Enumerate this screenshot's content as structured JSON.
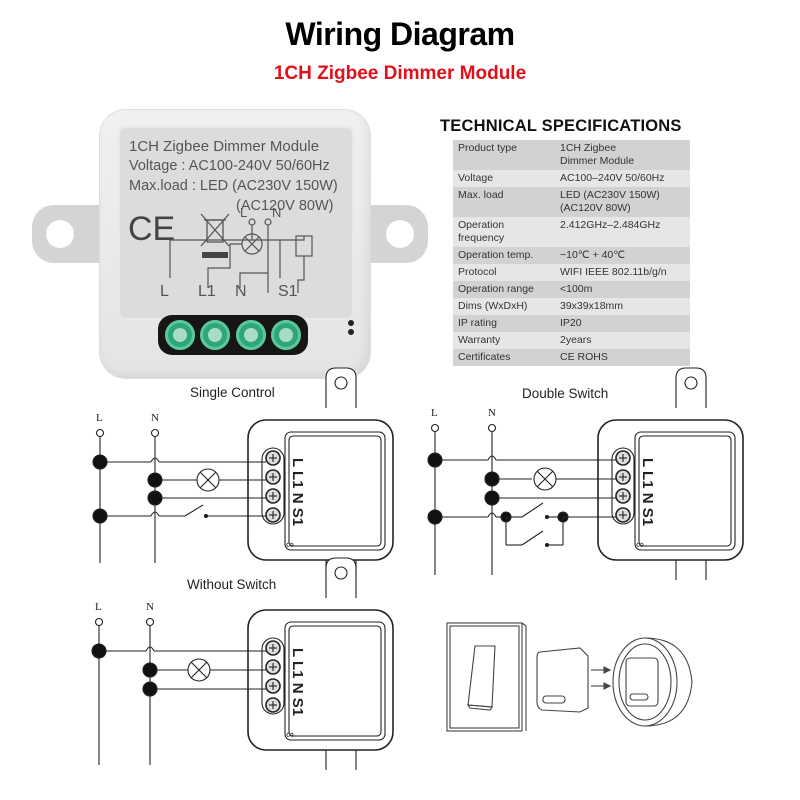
{
  "header": {
    "title": "Wiring Diagram",
    "subtitle": "1CH Zigbee Dimmer Module"
  },
  "module_label": {
    "lines": [
      "1CH Zigbee Dimmer Module",
      "Voltage : AC100-240V 50/60Hz",
      "Max.load : LED (AC230V 150W)",
      "(AC120V 80W)"
    ],
    "ce_mark": "CE",
    "terminal_labels": [
      "L",
      "L1",
      "N",
      "S1"
    ],
    "schematic_labels": [
      "L",
      "N"
    ]
  },
  "specs": {
    "title": "TECHNICAL SPECIFICATIONS",
    "rows": [
      {
        "key": "Product type",
        "value": "1CH  Zigbee\nDimmer Module"
      },
      {
        "key": "Voltage",
        "value": "AC100–240V 50/60Hz"
      },
      {
        "key": "Max. load",
        "value": "LED (AC230V 150W)\n      (AC120V 80W)"
      },
      {
        "key": "Operation frequency",
        "value": "2.412GHz–2.484GHz"
      },
      {
        "key": "Operation temp.",
        "value": "−10℃ + 40℃"
      },
      {
        "key": "Protocol",
        "value": "WIFI  IEEE 802.11b/g/n"
      },
      {
        "key": "Operation range",
        "value": "<100m"
      },
      {
        "key": "Dims (WxDxH)",
        "value": "39x39x18mm"
      },
      {
        "key": "IP rating",
        "value": "IP20"
      },
      {
        "key": "Warranty",
        "value": "2years"
      },
      {
        "key": "Certificates",
        "value": "CE ROHS"
      }
    ]
  },
  "diagrams": {
    "single_control": {
      "title": "Single Control",
      "line_labels": [
        "L",
        "N"
      ],
      "terminal_text": "L L1 N S1",
      "mark": "∞"
    },
    "double_switch": {
      "title": "Double Switch",
      "line_labels": [
        "L",
        "N"
      ],
      "terminal_text": "L L1 N S1",
      "mark": "∞"
    },
    "without_switch": {
      "title": "Without Switch",
      "line_labels": [
        "L",
        "N"
      ],
      "terminal_text": "L L1 N S1",
      "mark": "∞"
    }
  }
}
